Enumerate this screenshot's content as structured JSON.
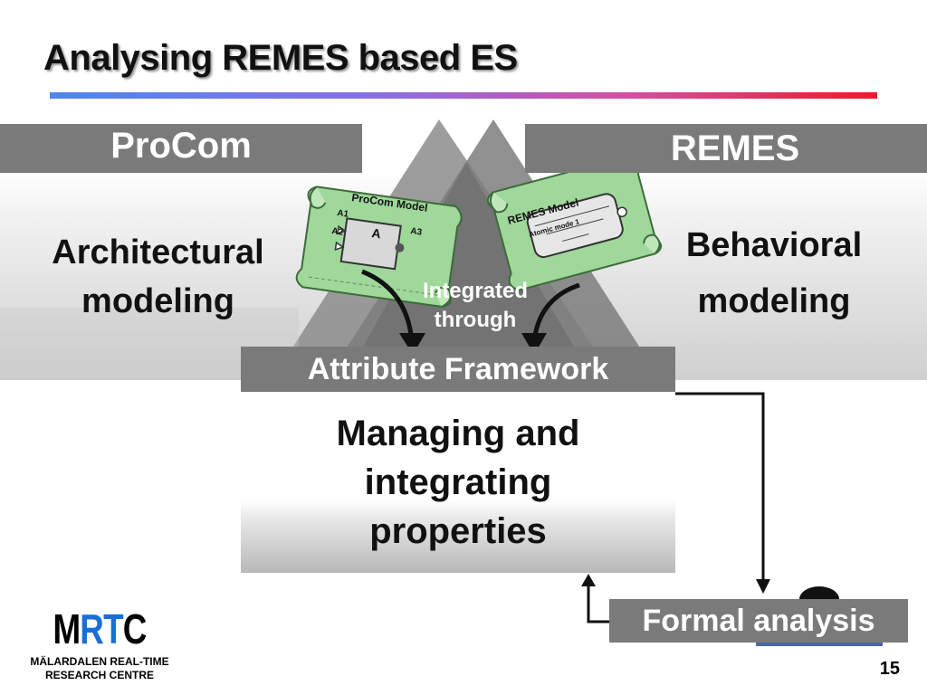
{
  "title": "Analysing REMES based ES",
  "procom": {
    "header": "ProCom",
    "description_line1": "Architectural",
    "description_line2": "modeling",
    "model_label": "ProCom Model",
    "component_name": "A",
    "port_labels": [
      "A1",
      "A2",
      "A3"
    ]
  },
  "remes": {
    "header": "REMES",
    "description_line1": "Behavioral",
    "description_line2": "modeling",
    "model_label": "REMES Model",
    "mode_name": "Atomic mode 1"
  },
  "integrated_line1": "Integrated",
  "integrated_line2": "through",
  "attribute_framework": "Attribute Framework",
  "managing_line1": "Managing and",
  "managing_line2": "integrating",
  "managing_line3": "properties",
  "formal_analysis": "Formal analysis",
  "logo": {
    "mark_part1": "M",
    "mark_part2": "RT",
    "mark_part3": "C",
    "sub_line1": "MÄLARDALEN REAL-TIME",
    "sub_line2": "RESEARCH CENTRE"
  },
  "page_number": "15",
  "colors": {
    "header_gray": "#7a7a7a",
    "document_green": "#8fcf8f",
    "logo_blue": "#1a6ed8"
  }
}
